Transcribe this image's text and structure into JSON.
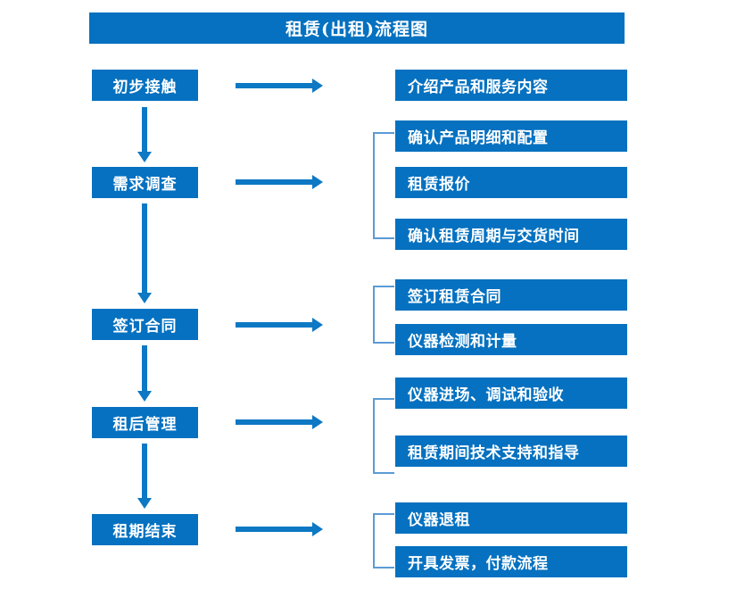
{
  "diagram": {
    "title": "租赁(出租)流程图",
    "colors": {
      "box_fill": "#0571c0",
      "box_text": "#ffffff",
      "arrow": "#0d78c4",
      "bracket": "#5b9bd5",
      "background": "#ffffff"
    },
    "stages": [
      {
        "label": "初步接触"
      },
      {
        "label": "需求调查"
      },
      {
        "label": "签订合同"
      },
      {
        "label": "租后管理"
      },
      {
        "label": "租期结束"
      }
    ],
    "detail_groups": [
      {
        "stage": "初步接触",
        "has_bracket": false,
        "items": [
          {
            "label": "介绍产品和服务内容"
          }
        ]
      },
      {
        "stage": "需求调查",
        "has_bracket": true,
        "items": [
          {
            "label": "确认产品明细和配置"
          },
          {
            "label": "租赁报价"
          },
          {
            "label": "确认租赁周期与交货时间"
          }
        ]
      },
      {
        "stage": "签订合同",
        "has_bracket": true,
        "items": [
          {
            "label": "签订租赁合同"
          },
          {
            "label": "仪器检测和计量"
          }
        ]
      },
      {
        "stage": "租后管理",
        "has_bracket": true,
        "items": [
          {
            "label": "仪器进场、调试和验收"
          },
          {
            "label": "租赁期间技术支持和指导"
          }
        ]
      },
      {
        "stage": "租期结束",
        "has_bracket": true,
        "items": [
          {
            "label": "仪器退租"
          },
          {
            "label": "开具发票，付款流程"
          }
        ]
      }
    ],
    "connectors": {
      "horizontal_arrow_name": "flow-arrow-right",
      "vertical_arrow_name": "flow-arrow-down",
      "bracket_name": "group-bracket"
    }
  }
}
